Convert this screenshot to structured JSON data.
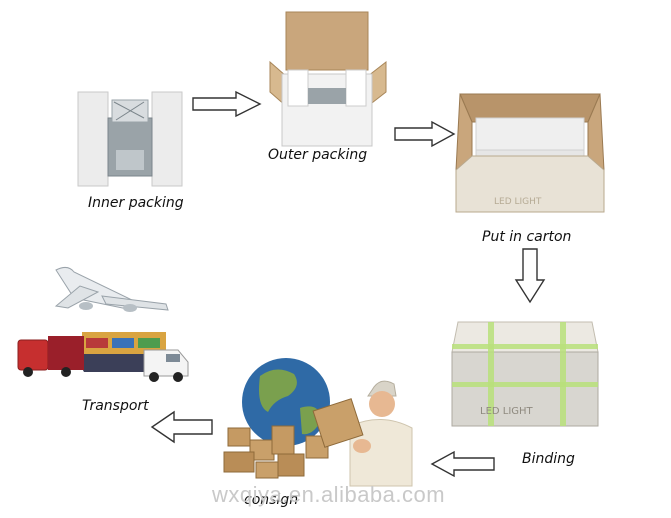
{
  "steps": [
    {
      "label": "Inner packing"
    },
    {
      "label": "Outer packing"
    },
    {
      "label": "Put in carton"
    },
    {
      "label": "Binding"
    },
    {
      "label": "consign"
    },
    {
      "label": "Transport"
    }
  ],
  "box_print": {
    "carton": "LED LIGHT",
    "bound_box": "LED LIGHT"
  },
  "watermark": "wxqiya.en.alibaba.com",
  "colors": {
    "arrow_stroke": "#333333",
    "cardboard": "#c9a67c",
    "box_white": "#f2f2f2",
    "tape": "#b8e07a"
  }
}
